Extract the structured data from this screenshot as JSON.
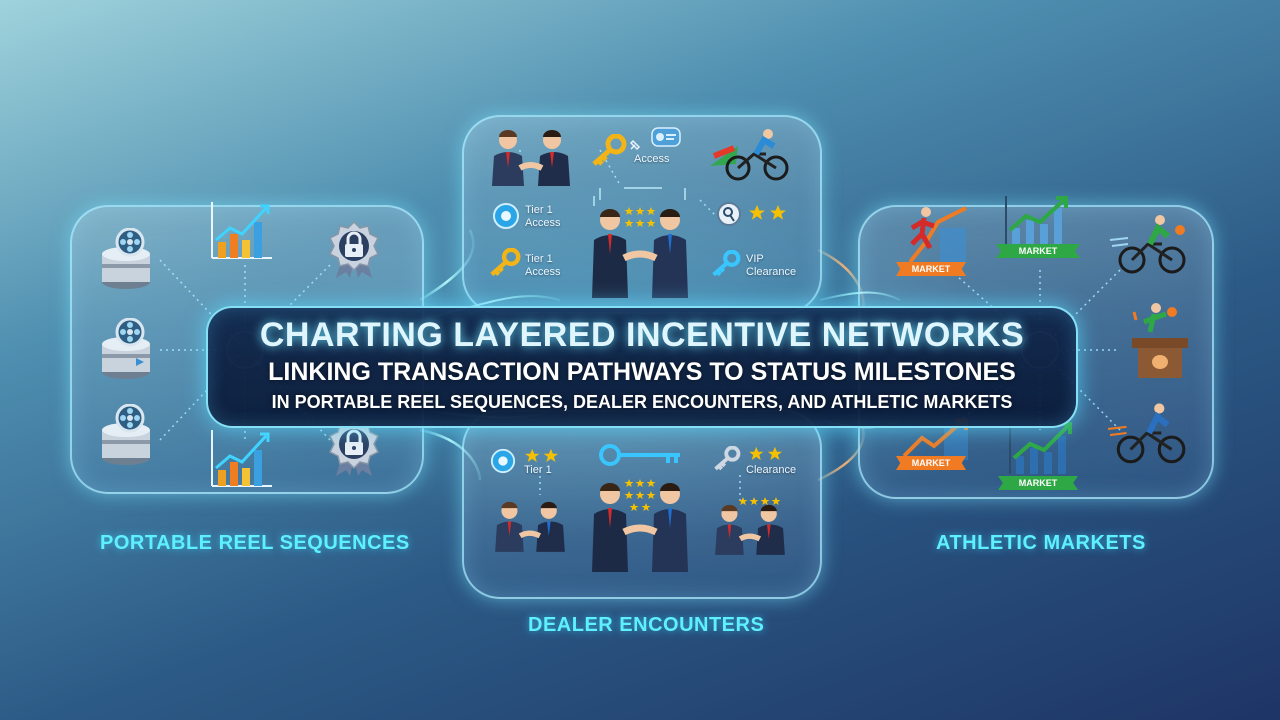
{
  "title": {
    "line1": "CHARTING LAYERED INCENTIVE NETWORKS",
    "line2": "LINKING TRANSACTION PATHWAYS TO STATUS MILESTONES",
    "line3": "IN PORTABLE REEL SEQUENCES, DEALER ENCOUNTERS, AND ATHLETIC MARKETS"
  },
  "sections": {
    "left": "PORTABLE REEL SEQUENCES",
    "bottom": "DEALER ENCOUNTERS",
    "right": "ATHLETIC MARKETS"
  },
  "top_panel": {
    "access": "Access",
    "tier1_a": "Tier 1",
    "access_a": "Access",
    "tier1_b": "Tier 1",
    "access_b": "Access",
    "vip": "VIP",
    "clearance": "Clearance"
  },
  "bottom_panel": {
    "tier1": "Tier 1",
    "clearance": "Clearance"
  },
  "market_tags": {
    "m1": "MARKET",
    "m2": "MARKET",
    "m3": "MARKET",
    "m4": "MARKET"
  },
  "colors": {
    "accent_cyan": "#5ff0ff",
    "market_orange": "#f07b22",
    "market_green": "#2ea844",
    "star_gold": "#f5c000"
  },
  "icons": [
    "film-reel-icon",
    "bar-chart-icon",
    "padlock-badge-icon",
    "handshake-icon",
    "key-icon",
    "cyclist-icon",
    "runner-icon",
    "podium-icon",
    "star-icon"
  ]
}
